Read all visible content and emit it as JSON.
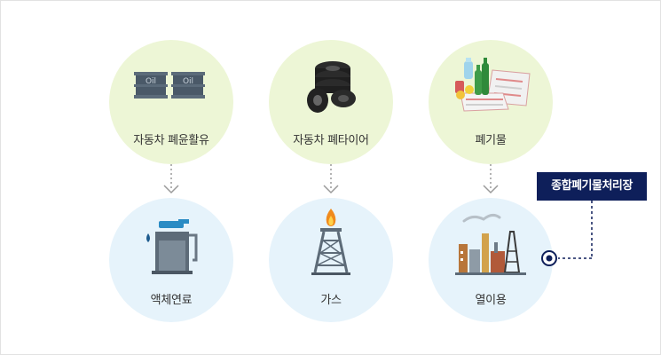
{
  "sources": [
    {
      "label": "자동차 폐윤활유",
      "icon": "oil-drum-icon",
      "drum_text": "Oil"
    },
    {
      "label": "자동차 폐타이어",
      "icon": "tire-stack-icon"
    },
    {
      "label": "폐기물",
      "icon": "waste-bottles-paper-icon"
    }
  ],
  "outputs": [
    {
      "label": "액체연료",
      "icon": "fuel-pump-icon"
    },
    {
      "label": "가스",
      "icon": "gas-tower-flame-icon"
    },
    {
      "label": "열이용",
      "icon": "factory-icon"
    }
  ],
  "facility": {
    "label": "종합폐기물처리장"
  },
  "colors": {
    "top_circle": "#edf6d6",
    "bottom_circle": "#e6f3fb",
    "badge": "#0e1f5a",
    "connector": "#0e1f5a"
  }
}
